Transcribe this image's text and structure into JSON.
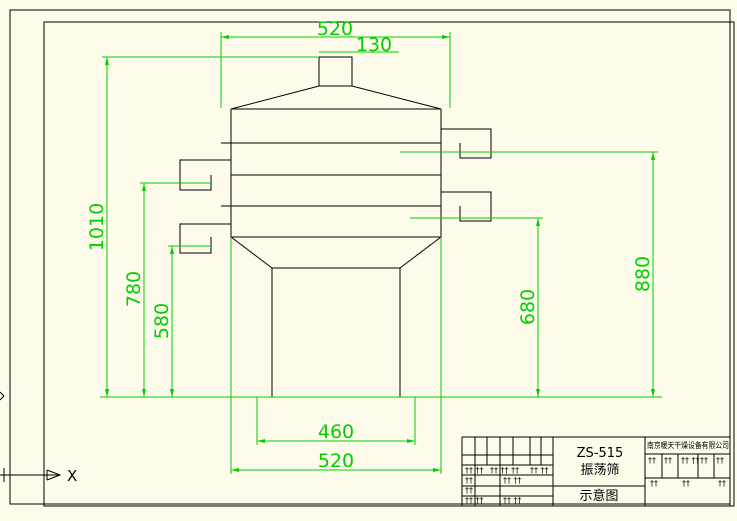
{
  "drawing": {
    "dimensions": {
      "top_width": "520",
      "outlet_width": "130",
      "total_height": "1010",
      "left_outlet_upper_height": "780",
      "left_outlet_lower_height": "580",
      "right_outlet_lower_height": "680",
      "right_outlet_upper_height": "880",
      "base_inner_width": "460",
      "base_outer_width": "520"
    },
    "title_block": {
      "model": "ZS-515",
      "product_name": "振荡筛",
      "drawing_type": "示意图",
      "company": "南京暖天干燥设备有限公司"
    },
    "ucs_axis_label": "X"
  },
  "colors": {
    "background": "#fefbea",
    "geometry": "#000000",
    "dimension": "#00d000"
  }
}
